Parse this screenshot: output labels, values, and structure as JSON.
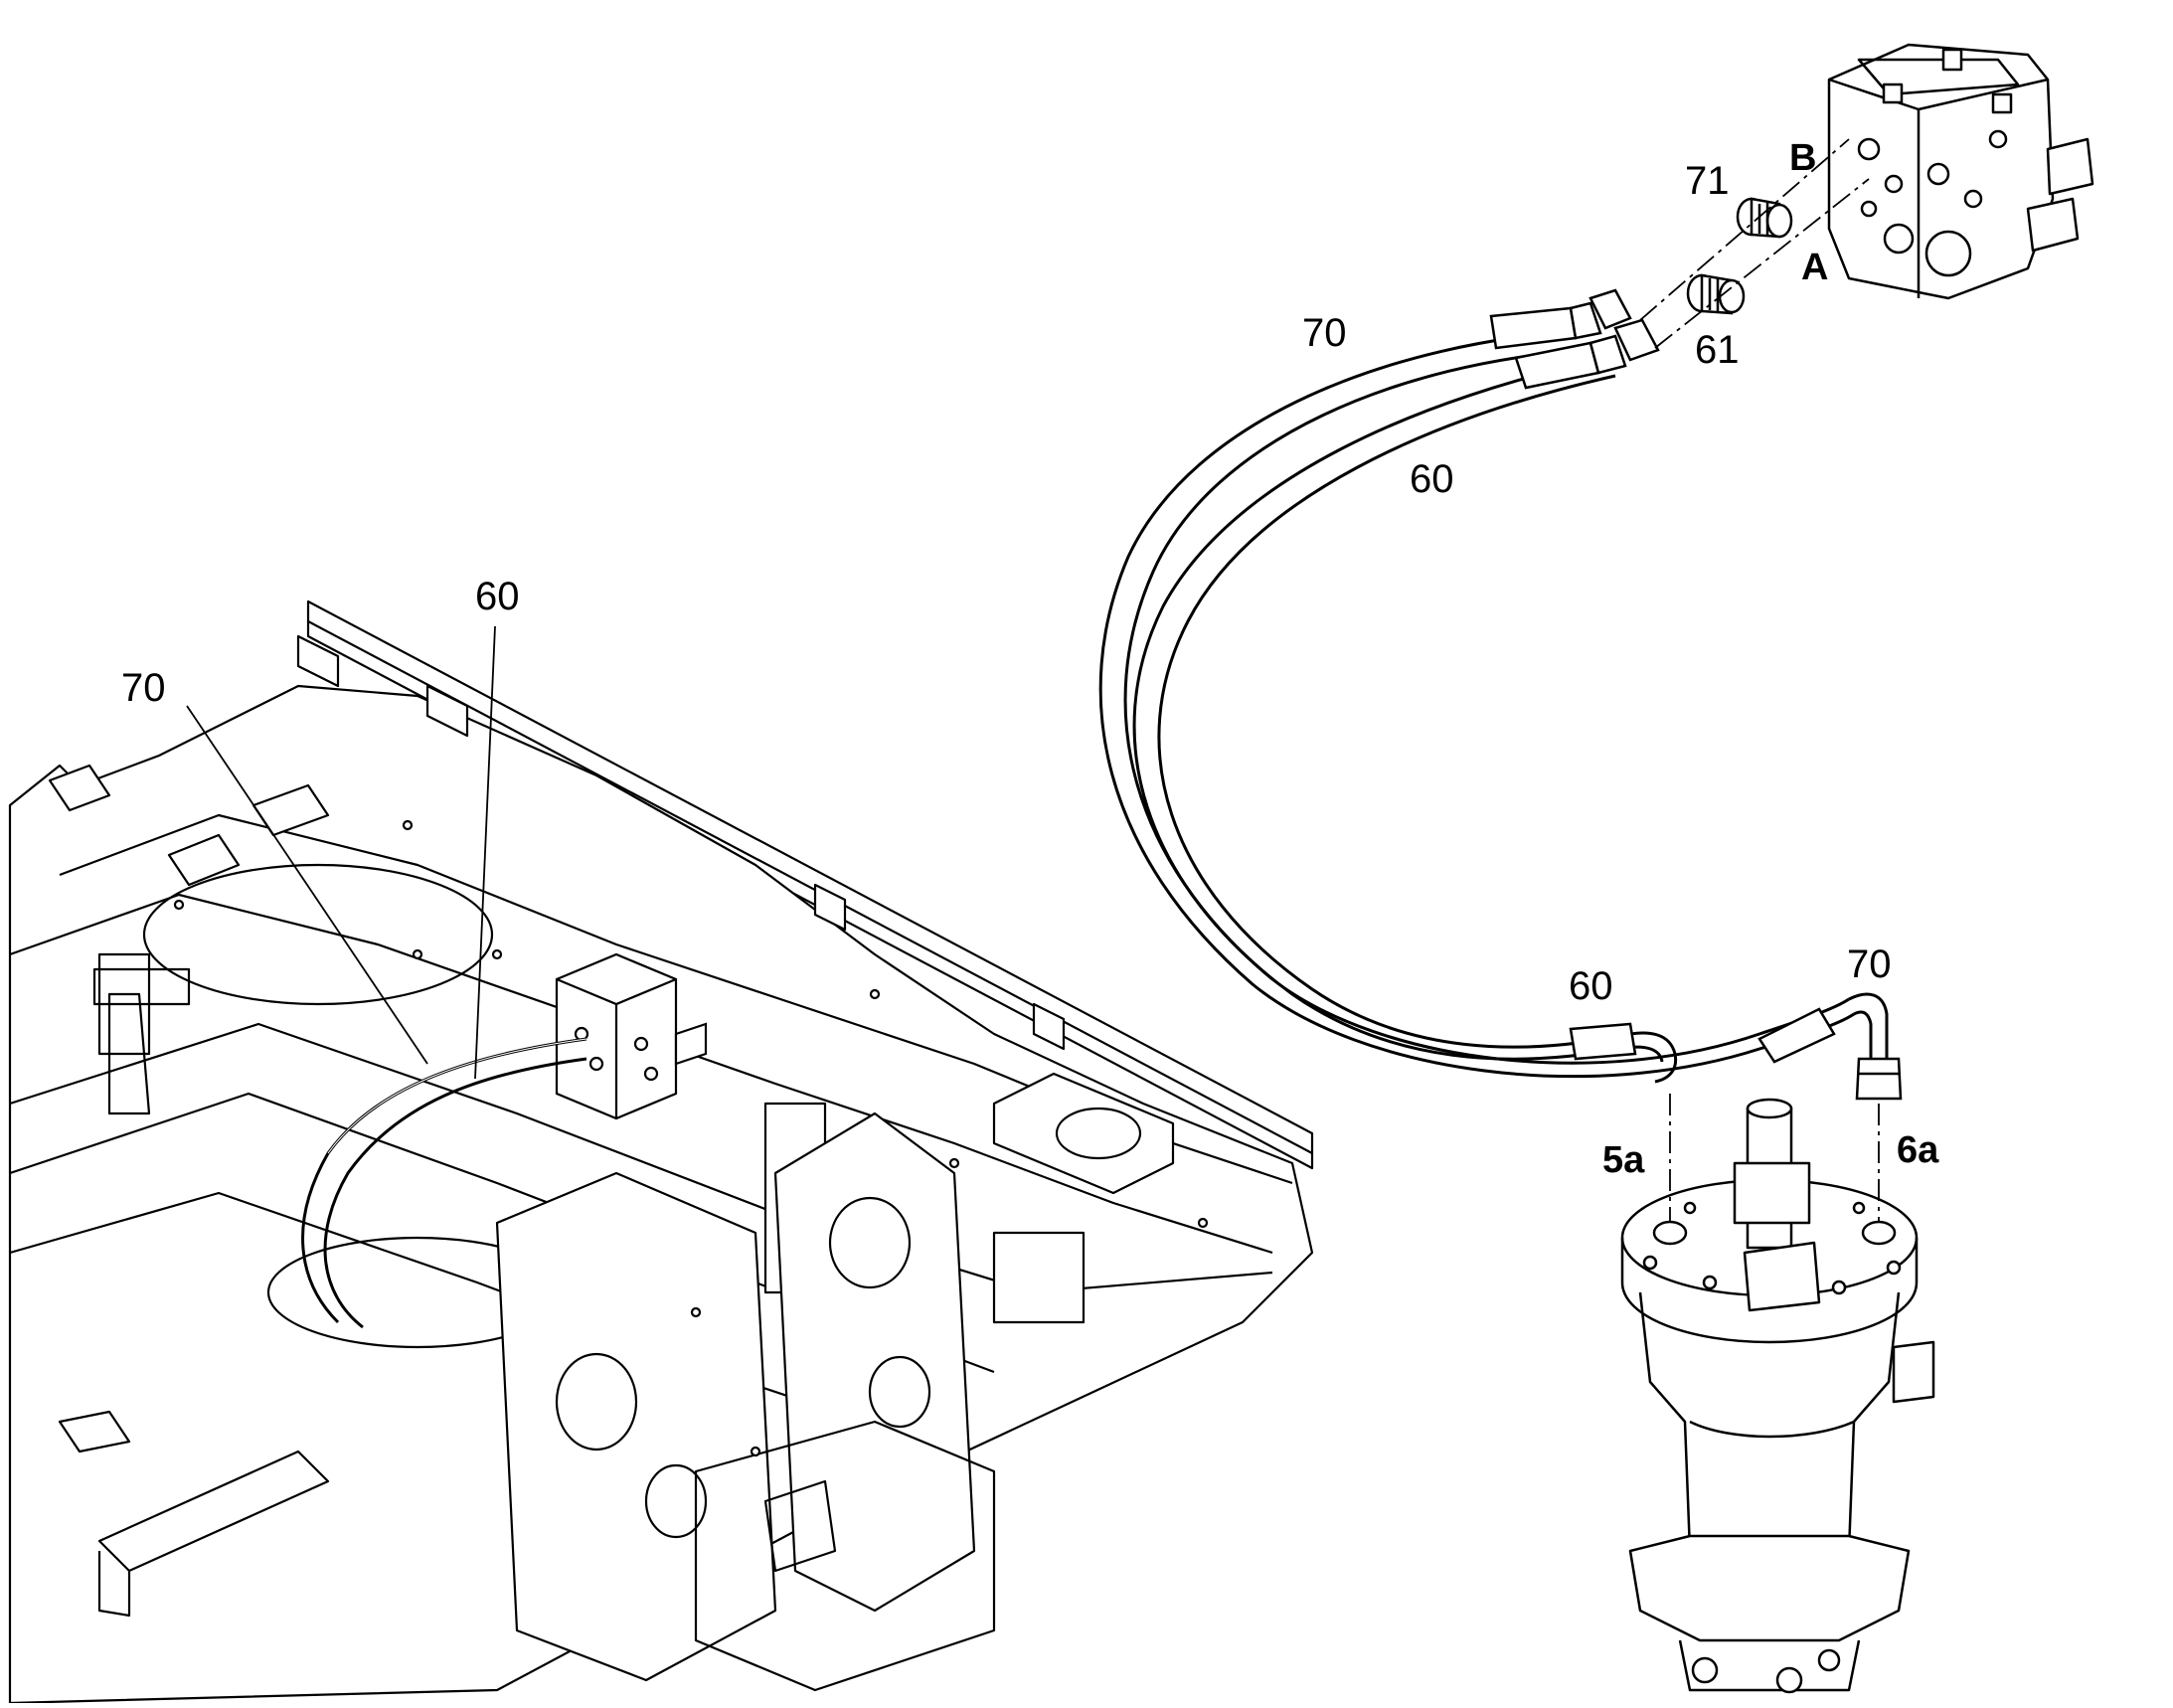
{
  "callouts": {
    "c70_top": "70",
    "c71": "71",
    "cB": "B",
    "cA": "A",
    "c61": "61",
    "c60_top": "60",
    "c60_left": "60",
    "c70_left": "70",
    "c60_lower": "60",
    "c70_lower": "70",
    "c5a": "5a",
    "c6a": "6a"
  },
  "colors": {
    "line": "#000000",
    "background": "#ffffff",
    "part_fill": "#ffffff"
  }
}
